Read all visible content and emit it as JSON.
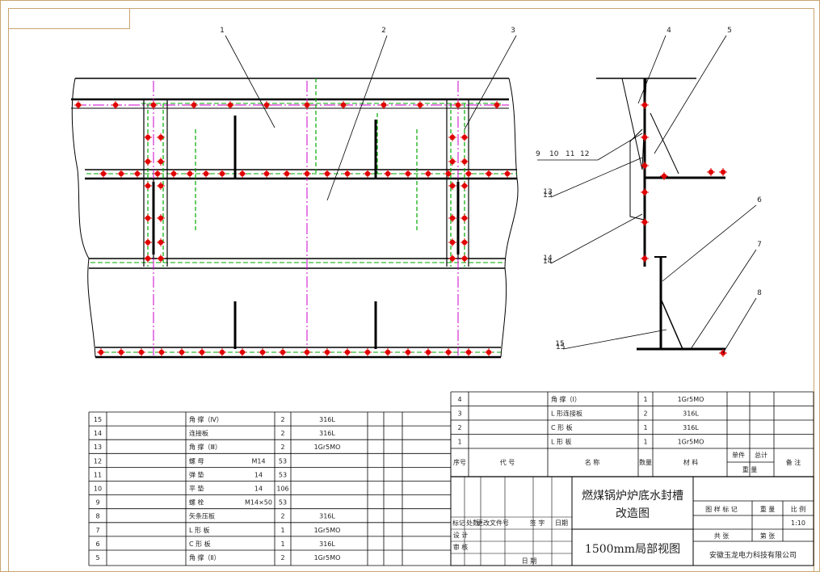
{
  "part_labels": [
    "1",
    "2",
    "3",
    "4",
    "5",
    "6",
    "7",
    "8",
    "9",
    "10",
    "11",
    "12",
    "13",
    "14",
    "15"
  ],
  "bom_left": [
    {
      "no": "15",
      "name": "角 撑（Ⅳ）",
      "qty": "2",
      "mat": "316L"
    },
    {
      "no": "14",
      "name": "连接板",
      "qty": "2",
      "mat": "316L"
    },
    {
      "no": "13",
      "name": "角 撑（Ⅲ）",
      "qty": "2",
      "mat": "1Gr5MO"
    },
    {
      "no": "12",
      "name": "螺 母",
      "spec": "M14",
      "qty": "53",
      "mat": ""
    },
    {
      "no": "11",
      "name": "弹 垫",
      "spec": "14",
      "qty": "53",
      "mat": ""
    },
    {
      "no": "10",
      "name": "平 垫",
      "spec": "14",
      "qty": "106",
      "mat": ""
    },
    {
      "no": "9",
      "name": "螺 栓",
      "spec": "M14×50",
      "qty": "53",
      "mat": ""
    },
    {
      "no": "8",
      "name": "矢条压板",
      "qty": "2",
      "mat": "316L"
    },
    {
      "no": "7",
      "name": "L 形 板",
      "qty": "1",
      "mat": "1Gr5MO"
    },
    {
      "no": "6",
      "name": "C 形 板",
      "qty": "1",
      "mat": "316L"
    },
    {
      "no": "5",
      "name": "角 撑（Ⅱ）",
      "qty": "2",
      "mat": "1Gr5MO"
    }
  ],
  "bom_right": [
    {
      "no": "4",
      "name": "角 撑（Ⅰ）",
      "qty": "1",
      "mat": "1Gr5MO"
    },
    {
      "no": "3",
      "name": "L 形连接板",
      "qty": "2",
      "mat": "316L"
    },
    {
      "no": "2",
      "name": "C 形 板",
      "qty": "1",
      "mat": "316L"
    },
    {
      "no": "1",
      "name": "L 形 板",
      "qty": "1",
      "mat": "1Gr5MO"
    }
  ],
  "bom_header": {
    "no": "序号",
    "code": "代 号",
    "name": "名 称",
    "qty": "数量",
    "mat": "材 料",
    "single": "单件",
    "total": "总计",
    "weight": "重 量",
    "remark": "备 注"
  },
  "title_block": {
    "title_line1": "燃煤锅炉炉底水封槽",
    "title_line2": "改造图",
    "view": "1500mm局部视图",
    "company": "安徽玉龙电力科技有限公司",
    "stage_label": "图 样 标 记",
    "weight_label": "重 量",
    "scale_label": "比 例",
    "scale": "1:10",
    "sheet_label": "共 张",
    "sheet_no_label": "第 张",
    "mark": "标记",
    "count": "处数",
    "change_doc": "更改文件号",
    "sign": "签 字",
    "date": "日期",
    "design": "设 计",
    "check": "审 核",
    "date2": "日 期"
  },
  "colors": {
    "hole": "#e00000",
    "center": "#cc00cc",
    "hidden": "#00aa00",
    "line": "#000000",
    "frame": "#c8a46e"
  }
}
